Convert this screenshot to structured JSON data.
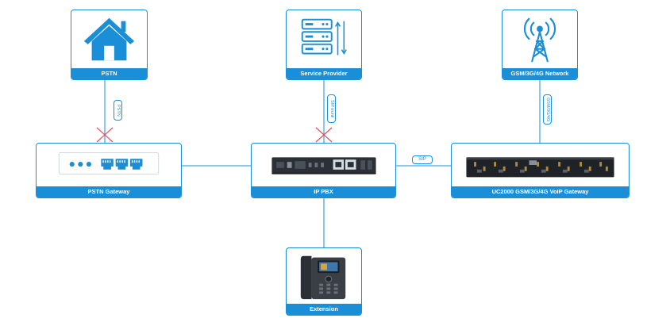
{
  "colors": {
    "accent": "#1a8fd8",
    "cross": "#e8505b",
    "device_dark": "#2b2f36"
  },
  "nodes": {
    "pstn": {
      "label": "PSTN",
      "icon": "house-icon"
    },
    "provider": {
      "label": "Service Provider",
      "icon": "server-icon"
    },
    "gsm": {
      "label": "GSM/3G/4G Network",
      "icon": "cell-tower-icon"
    },
    "pstn_gateway": {
      "label": "PSTN Gateway",
      "icon": "pstn-gateway-device"
    },
    "ippbx": {
      "label": "IP PBX",
      "icon": "ip-pbx-device"
    },
    "uc2000": {
      "label": "UC2000 GSM/3G/4G VoIP Gateway",
      "icon": "voip-gateway-device"
    },
    "extension": {
      "label": "Extension",
      "icon": "ip-phone-icon"
    }
  },
  "links": {
    "pstn": {
      "label": "PSTN"
    },
    "sip_trunk": {
      "label": "SIP trunk"
    },
    "gsm": {
      "label": "GSM/3G/4G"
    },
    "sip": {
      "label": "SIP"
    }
  }
}
